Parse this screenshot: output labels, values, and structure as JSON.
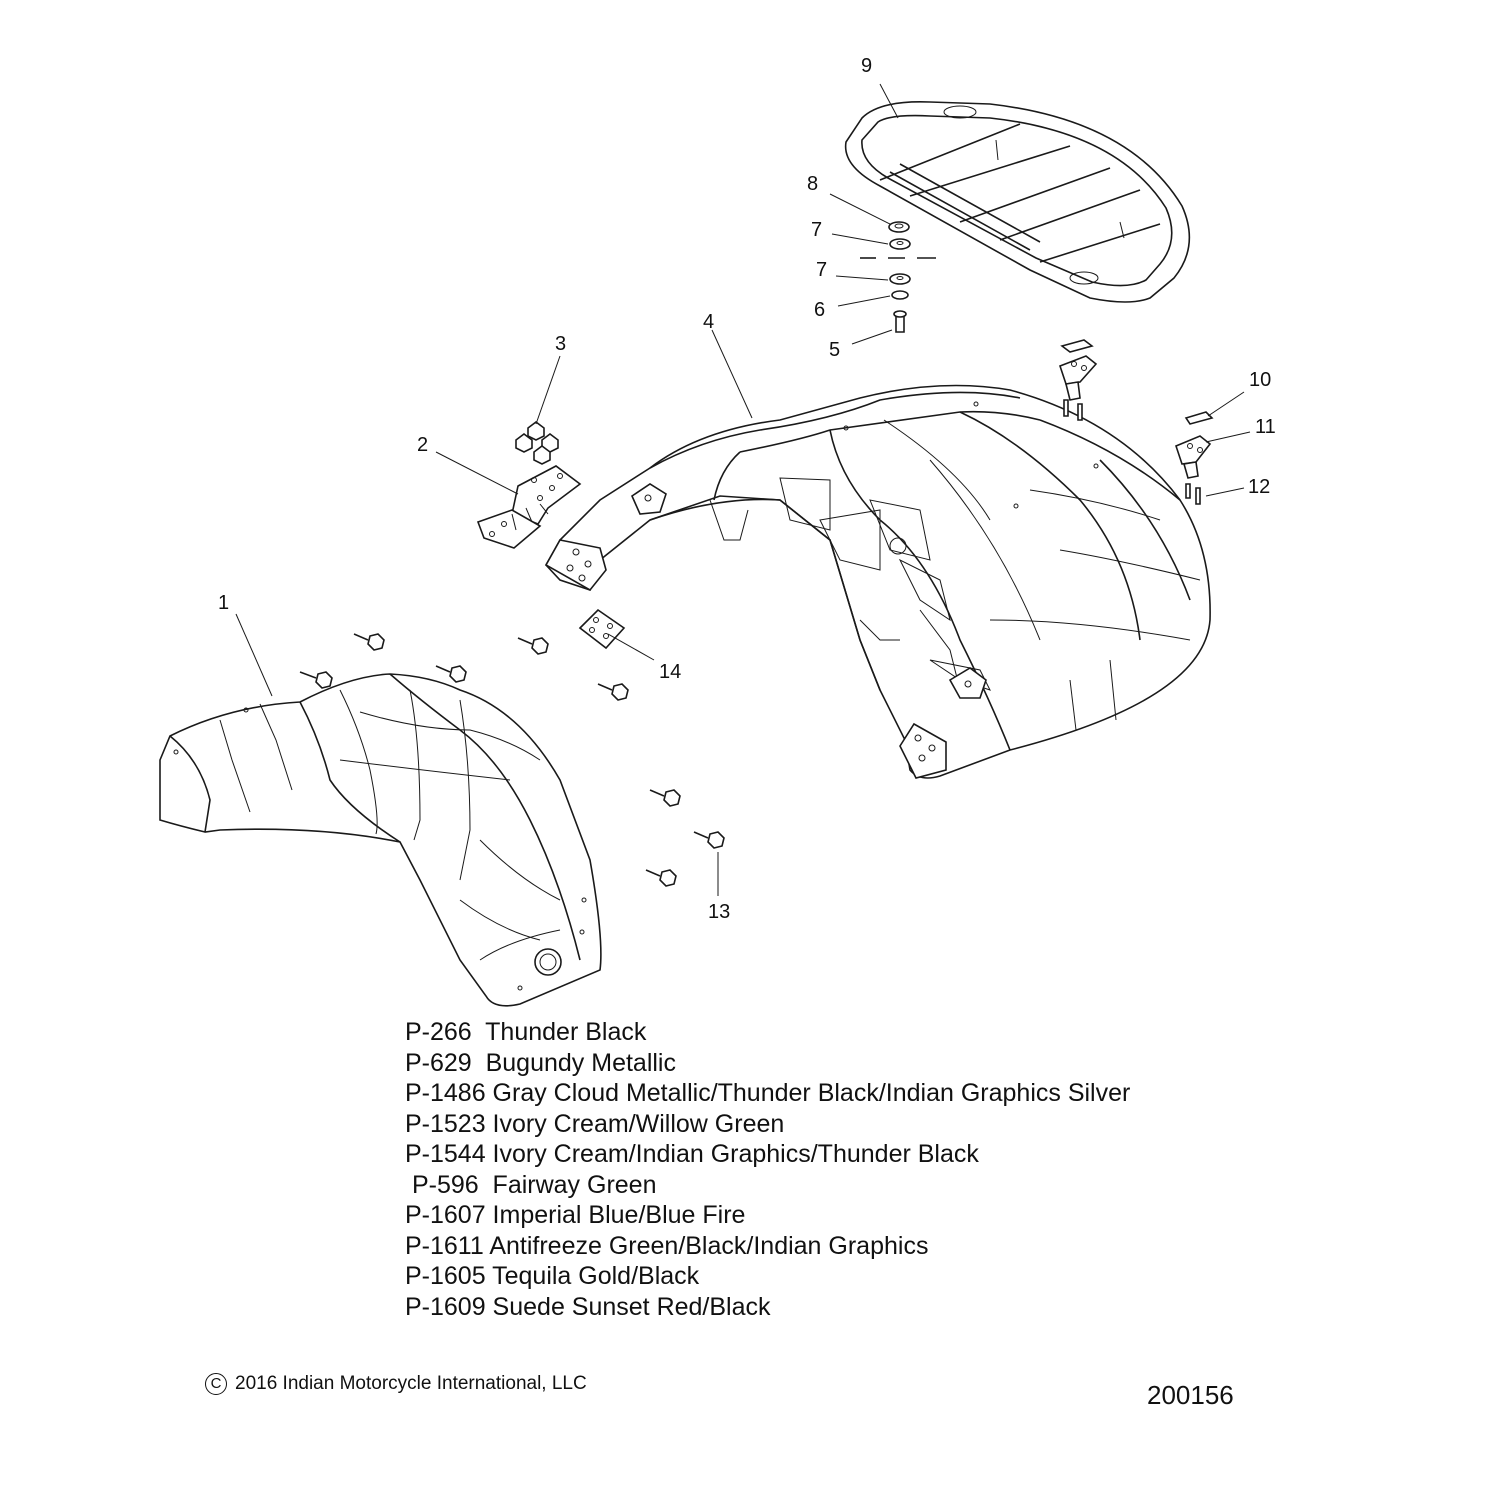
{
  "callouts": [
    {
      "id": "1",
      "label": "1"
    },
    {
      "id": "2",
      "label": "2"
    },
    {
      "id": "3",
      "label": "3"
    },
    {
      "id": "4",
      "label": "4"
    },
    {
      "id": "5",
      "label": "5"
    },
    {
      "id": "6",
      "label": "6"
    },
    {
      "id": "7a",
      "label": "7"
    },
    {
      "id": "7b",
      "label": "7"
    },
    {
      "id": "8",
      "label": "8"
    },
    {
      "id": "9",
      "label": "9"
    },
    {
      "id": "10",
      "label": "10"
    },
    {
      "id": "11",
      "label": "11"
    },
    {
      "id": "12",
      "label": "12"
    },
    {
      "id": "13",
      "label": "13"
    },
    {
      "id": "14",
      "label": "14"
    }
  ],
  "legend": [
    "P-266  Thunder Black",
    "P-629  Bugundy Metallic",
    "P-1486 Gray Cloud Metallic/Thunder Black/Indian Graphics Silver",
    "P-1523 Ivory Cream/Willow Green",
    "P-1544 Ivory Cream/Indian Graphics/Thunder Black",
    " P-596  Fairway Green",
    "P-1607 Imperial Blue/Blue Fire",
    "P-1611 Antifreeze Green/Black/Indian Graphics",
    "P-1605 Tequila Gold/Black",
    "P-1609 Suede Sunset Red/Black"
  ],
  "copyright_symbol": "C",
  "copyright": "2016 Indian Motorcycle International, LLC",
  "drawing_number": "200156"
}
